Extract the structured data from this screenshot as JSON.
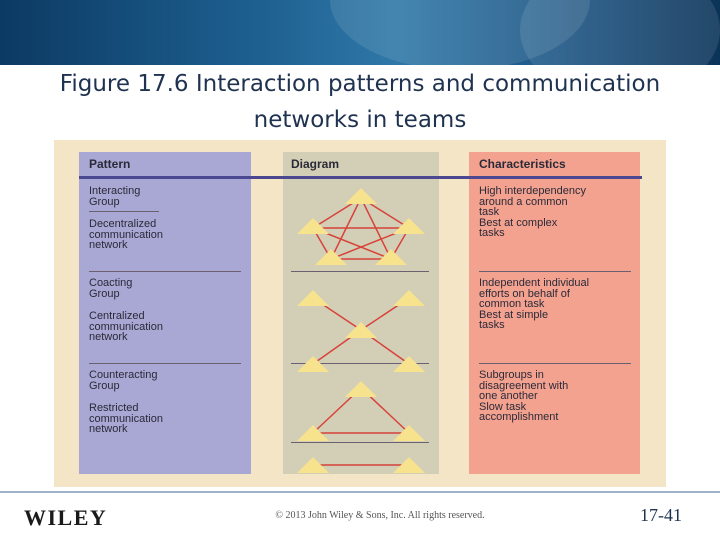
{
  "slide": {
    "title": "Figure 17.6 Interaction patterns and communication networks in teams"
  },
  "figure": {
    "headers": {
      "pattern": "Pattern",
      "diagram": "Diagram",
      "characteristics": "Characteristics"
    },
    "rows": [
      {
        "pattern_group": "Interacting\nGroup",
        "network": "Decentralized\ncommunication\nnetwork",
        "characteristics": "High interdependency\naround a common\ntask\nBest at complex\ntasks"
      },
      {
        "pattern_group": "Coacting\nGroup",
        "network": "Centralized\ncommunication\nnetwork",
        "characteristics": "Independent individual\nefforts on behalf of\ncommon task\nBest at simple\ntasks"
      },
      {
        "pattern_group": "Counteracting\nGroup",
        "network": "Restricted\ncommunication\nnetwork",
        "characteristics": "Subgroups in\ndisagreement with\none another\nSlow task\naccomplishment"
      }
    ],
    "colors": {
      "pattern_column": "#a9a7d4",
      "diagram_column": "#d3cfb6",
      "characteristics_column": "#f4a290",
      "link_line": "#d8423a",
      "node": "#f7e28e"
    }
  },
  "footer": {
    "publisher": "WILEY",
    "copyright": "© 2013 John Wiley & Sons, Inc. All rights reserved.",
    "page_number": "17-41"
  }
}
